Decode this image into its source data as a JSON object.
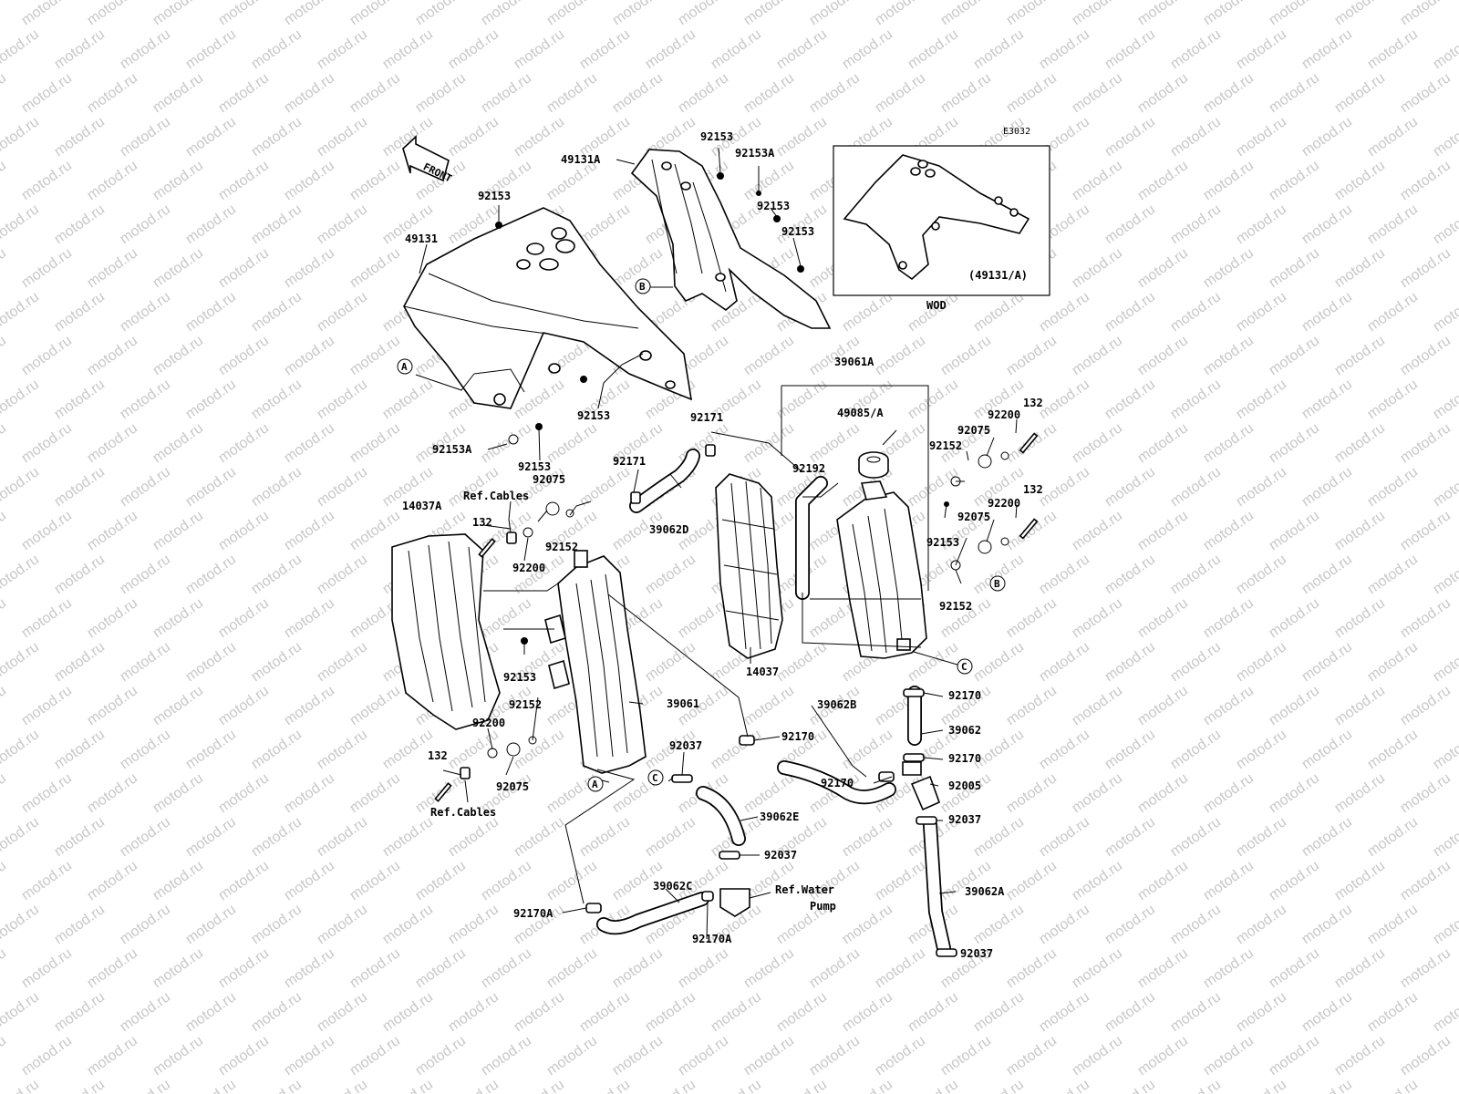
{
  "watermark": {
    "text": "motod.ru",
    "color": "#c8c8c8"
  },
  "diagram_code": "E3032",
  "front_arrow": {
    "label": "FRONT"
  },
  "inset": {
    "label": "(49131/A)",
    "caption": "WOD"
  },
  "callout_letters": [
    "A",
    "B",
    "C"
  ],
  "part_labels": {
    "p49131A": "49131A",
    "p92153_t1": "92153",
    "p92153A_t": "92153A",
    "p92153_t2": "92153",
    "p92153_t3": "92153",
    "p92153_l1": "92153",
    "p49131": "49131",
    "p92153_m1": "92153",
    "p92153A_l": "92153A",
    "p92153_m2": "92153",
    "p39061A": "39061A",
    "p49085A": "49085/A",
    "p92171_a": "92171",
    "p92171_b": "92171",
    "p92192": "92192",
    "p39062D": "39062D",
    "p132_r1": "132",
    "p92200_r1": "92200",
    "p92075_r1": "92075",
    "p92152_r1": "92152",
    "p132_r2": "132",
    "p92200_r2": "92200",
    "p92075_r2": "92075",
    "p92153_r": "92153",
    "p92152_r2": "92152",
    "p14037A": "14037A",
    "refcables_top": "Ref.Cables",
    "p92075_l1": "92075",
    "p132_l1": "132",
    "p92152_l1": "92152",
    "p92200_l1": "92200",
    "p14037": "14037",
    "p92153_l2": "92153",
    "p92152_l2": "92152",
    "p39061": "39061",
    "p92200_l2": "92200",
    "p132_l2": "132",
    "p92075_l2": "92075",
    "refcables_bot": "Ref.Cables",
    "p92170_r1": "92170",
    "p39062": "39062",
    "p39062B": "39062B",
    "p92170_m": "92170",
    "p92170_r2": "92170",
    "p92170_r3": "92170",
    "p92005": "92005",
    "p92037_a": "92037",
    "p39062E": "39062E",
    "p92037_b": "92037",
    "p92037_c": "92037",
    "p39062C": "39062C",
    "refwater_1": "Ref.Water",
    "refwater_2": "Pump",
    "p92170A_l": "92170A",
    "p92170A_m": "92170A",
    "p39062A": "39062A",
    "p92037_d": "92037"
  }
}
